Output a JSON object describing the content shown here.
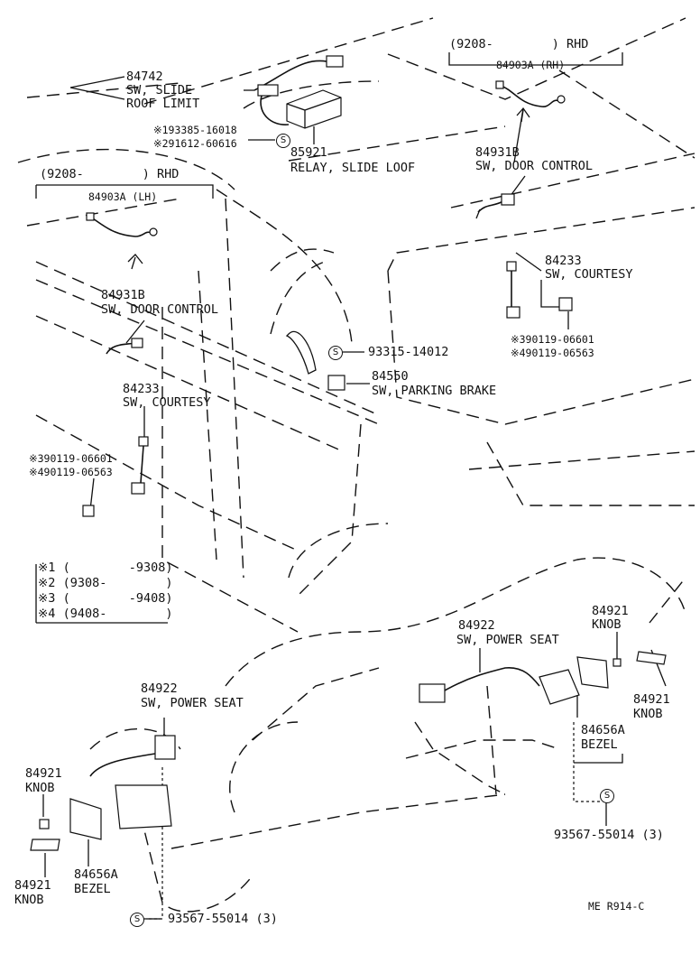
{
  "labels": {
    "p84742_no": "84742",
    "p84742_name1": "SW, SLIDE",
    "p84742_name2": "ROOF LIMIT",
    "screw_note1": "※193385-16018",
    "screw_note2": "※291612-60616",
    "p85921_no": "85921",
    "p85921_name": "RELAY, SLIDE LOOF",
    "rhd_right": "(9208-        ) RHD",
    "p84903a_rh": "84903A (RH)",
    "p84931b_r_no": "84931B",
    "p84931b_r_name": "SW, DOOR CONTROL",
    "rhd_left": "(9208-        ) RHD",
    "p84903a_lh": "84903A (LH)",
    "p84931b_l_no": "84931B",
    "p84931b_l_name": "SW, DOOR CONTROL",
    "p84233_r_no": "84233",
    "p84233_r_name": "SW, COURTESY",
    "bolt_r_note1": "※390119-06601",
    "bolt_r_note2": "※490119-06563",
    "p93315": "93315-14012",
    "p84550_no": "84550",
    "p84550_name": "SW, PARKING BRAKE",
    "p84233_l_no": "84233",
    "p84233_l_name": "SW, COURTESY",
    "bolt_l_note1": "※390119-06601",
    "bolt_l_note2": "※490119-06563",
    "legend1": "※1 (        -9308)",
    "legend2": "※2 (9308-        )",
    "legend3": "※3 (        -9408)",
    "legend4": "※4 (9408-        )",
    "p84922_r_no": "84922",
    "p84922_r_name": "SW, POWER SEAT",
    "p84921_r1_no": "84921",
    "p84921_r1_name": "KNOB",
    "p84921_r2_no": "84921",
    "p84921_r2_name": "KNOB",
    "p84656a_r_no": "84656A",
    "p84656a_r_name": "BEZEL",
    "p93567_r": "93567-55014 (3)",
    "p84922_l_no": "84922",
    "p84922_l_name": "SW, POWER SEAT",
    "p84921_l1_no": "84921",
    "p84921_l1_name": "KNOB",
    "p84921_l2_no": "84921",
    "p84921_l2_name": "KNOB",
    "p84656a_l_no": "84656A",
    "p84656a_l_name": "BEZEL",
    "p93567_l": "93567-55014 (3)",
    "drawing_code": "ME R914-C",
    "screw_symbol": "S"
  },
  "icons": [
    "screw-s-symbol",
    "switch-part",
    "wire-harness",
    "bolt-part"
  ]
}
